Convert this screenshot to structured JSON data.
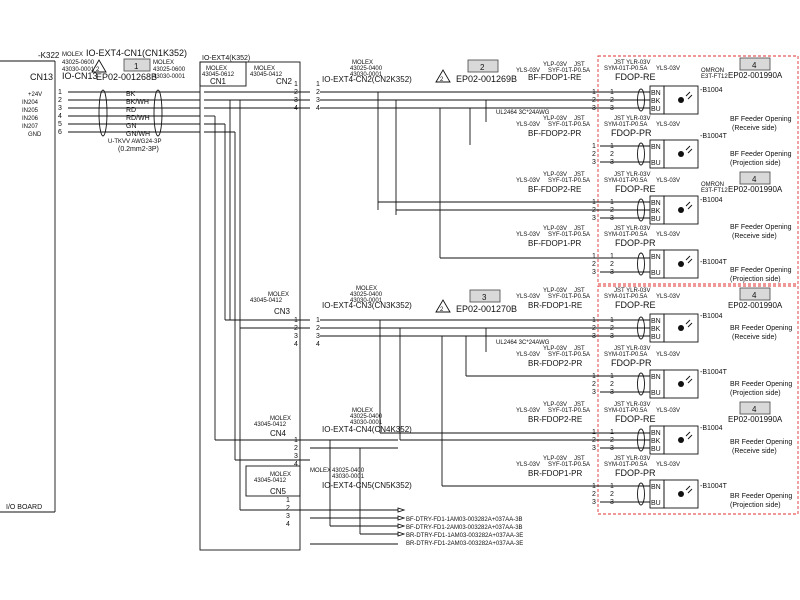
{
  "io_board": {
    "k322": "-K322",
    "cn13_short": "CN13",
    "signals": [
      "+24V",
      "IN204",
      "IN205",
      "IN206",
      "IN207",
      "GND"
    ],
    "board_label": "I/O BOARD"
  },
  "cable_main": {
    "molex_a": "MOLEX",
    "part_a1": "43025-0600",
    "part_a2": "43030-0001",
    "cn1_label": "IO-EXT4-CN1(CN1K352)",
    "cn13_label": "IO-CN13",
    "rev": "1",
    "rev_flag": "2",
    "ep": "EP02-001268B",
    "molex_b": "MOLEX",
    "part_b1": "43025-0600",
    "part_b2": "43030-0001",
    "wires": [
      "BK",
      "BK/WH",
      "RD",
      "RD/WH",
      "GN",
      "GN/WH"
    ],
    "cable_spec": "U-TKVV AWG24-3P",
    "cable_size": "(0.2mm2-3P)"
  },
  "ext_board": {
    "title": "IO-EXT4(K352)",
    "molex": "MOLEX",
    "cn1_part": "43045-0612",
    "cn1": "CN1",
    "cn2_molex": "MOLEX",
    "cn2_part": "43045-0412",
    "cn2": "CN2",
    "cn3_molex": "MOLEX",
    "cn3_part": "43045-0412",
    "cn3": "CN3",
    "cn4_molex": "MOLEX",
    "cn4_part": "43045-0412",
    "cn4": "CN4",
    "cn5_molex": "MOLEX",
    "cn5_part": "43045-0412",
    "cn5": "CN5"
  },
  "cn2_cable": {
    "molex": "MOLEX",
    "part1": "43025-0400",
    "part2": "43030-0001",
    "label": "IO-EXT4-CN2(CN2K352)",
    "rev": "2",
    "rev_flag": "2",
    "ep": "EP02-001269B",
    "ul": "UL2464 3C*24AWG"
  },
  "cn3_cable": {
    "molex": "MOLEX",
    "part1": "43025-0400",
    "part2": "43030-0001",
    "label": "IO-EXT4-CN3(CN3K352)",
    "rev": "3",
    "rev_flag": "2",
    "ep": "EP02-001270B",
    "ul": "UL2464 3C*24AWG"
  },
  "cn4_cable": {
    "molex": "MOLEX",
    "part1": "43025-0400",
    "part2": "43030-0001",
    "label": "IO-EXT4-CN4(CN4K352)"
  },
  "cn5_cable": {
    "molex": "MOLEX",
    "part1": "43025-0400",
    "part2": "43030-0001",
    "label": "IO-EXT4-CN5(CN5K352)",
    "outputs": [
      "BF-DTRY-FD1-1AM03-003282A+037AA-3B",
      "BF-DTRY-FD1-2AM03-003282A+037AA-3B",
      "BR-DTRY-FD1-1AM03-003282A+037AA-3E",
      "BR-DTRY-FD1-2AM03-003282A+037AA-3E"
    ]
  },
  "connector_specs": {
    "yl": "YLP-03V",
    "jst": "JST",
    "syf": "SYF-01T-P0.5A",
    "yls": "YLS-03V",
    "jst_ylr": "JST YLR-03V",
    "sym": "SYM-01T-P0.5A"
  },
  "sensors": [
    {
      "cable": "BF-FDOP1-RE",
      "sensor": "FDOP-RE",
      "ref": "-B1004",
      "title": "BF Feeder Opening",
      "side": "(Receive side)",
      "rev": "4",
      "ep": "EP02-001990A",
      "maker": "OMRON",
      "model": "E3T-FT12"
    },
    {
      "cable": "BF-FDOP2-PR",
      "sensor": "FDOP-PR",
      "ref": "-B1004T",
      "title": "BF Feeder Opening",
      "side": "(Projection side)"
    },
    {
      "cable": "BF-FDOP2-RE",
      "sensor": "FDOP-RE",
      "ref": "-B1004",
      "title": "BF Feeder Opening",
      "side": "(Receive side)",
      "rev": "4",
      "ep": "EP02-001990A",
      "maker": "OMRON",
      "model": "E3T-FT12"
    },
    {
      "cable": "BF-FDOP1-PR",
      "sensor": "FDOP-PR",
      "ref": "-B1004T",
      "title": "BF Feeder Opening",
      "side": "(Projection side)"
    },
    {
      "cable": "BR-FDOP1-RE",
      "sensor": "FDOP-RE",
      "ref": "-B1004",
      "title": "BR Feeder Opening",
      "side": "(Receive side)",
      "rev": "4",
      "ep": "EP02-001990A"
    },
    {
      "cable": "BR-FDOP2-PR",
      "sensor": "FDOP-PR",
      "ref": "-B1004T",
      "title": "BR Feeder Opening",
      "side": "(Projection side)"
    },
    {
      "cable": "BR-FDOP2-RE",
      "sensor": "FDOP-RE",
      "ref": "-B1004",
      "title": "BR Feeder Opening",
      "side": "(Receive side)",
      "rev": "4",
      "ep": "EP02-001990A"
    },
    {
      "cable": "BR-FDOP1-PR",
      "sensor": "FDOP-PR",
      "ref": "-B1004T",
      "title": "BR Feeder Opening",
      "side": "(Projection side)"
    }
  ],
  "wire_colors": [
    "BN",
    "BK",
    "BU"
  ],
  "pins": [
    "1",
    "2",
    "3",
    "4",
    "5",
    "6"
  ]
}
